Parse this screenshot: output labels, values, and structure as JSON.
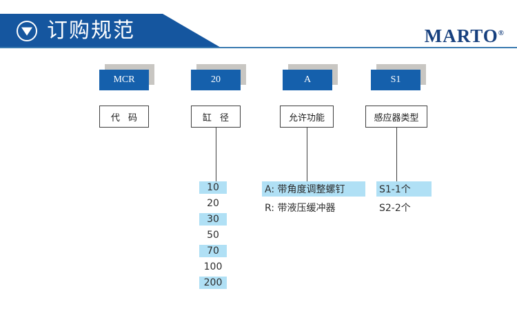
{
  "header": {
    "title": "订购规范",
    "icon": "circled-down-triangle-icon",
    "brand": "MARTO",
    "brand_mark": "®",
    "banner_color": "#15569f",
    "underline_color": "#3a7ab0"
  },
  "theme": {
    "chip_blue": "#1560ac",
    "chip_shadow": "#c8c6c2",
    "highlight_blue": "#b0e0f5",
    "text_dark": "#1a1a1a",
    "brand_navy": "#17407e"
  },
  "columns": [
    {
      "id": "code",
      "chip": "MCR",
      "label": "代 码",
      "has_connector": false,
      "options": []
    },
    {
      "id": "bore",
      "chip": "20",
      "label": "缸 径",
      "has_connector": true,
      "options": [
        {
          "text": "10",
          "highlighted": true
        },
        {
          "text": "20",
          "highlighted": false
        },
        {
          "text": "30",
          "highlighted": true
        },
        {
          "text": "50",
          "highlighted": false
        },
        {
          "text": "70",
          "highlighted": true
        },
        {
          "text": "100",
          "highlighted": false
        },
        {
          "text": "200",
          "highlighted": true
        }
      ]
    },
    {
      "id": "function",
      "chip": "A",
      "label": "允许功能",
      "has_connector": true,
      "options": [
        {
          "text": "A:  带角度调整螺钉",
          "highlighted": true
        },
        {
          "text": "R:  带液压缓冲器",
          "highlighted": false
        }
      ]
    },
    {
      "id": "sensor",
      "chip": "S1",
      "label": "感应器类型",
      "has_connector": true,
      "options": [
        {
          "text": "S1-1个",
          "highlighted": true
        },
        {
          "text": "S2-2个",
          "highlighted": false
        }
      ]
    }
  ]
}
